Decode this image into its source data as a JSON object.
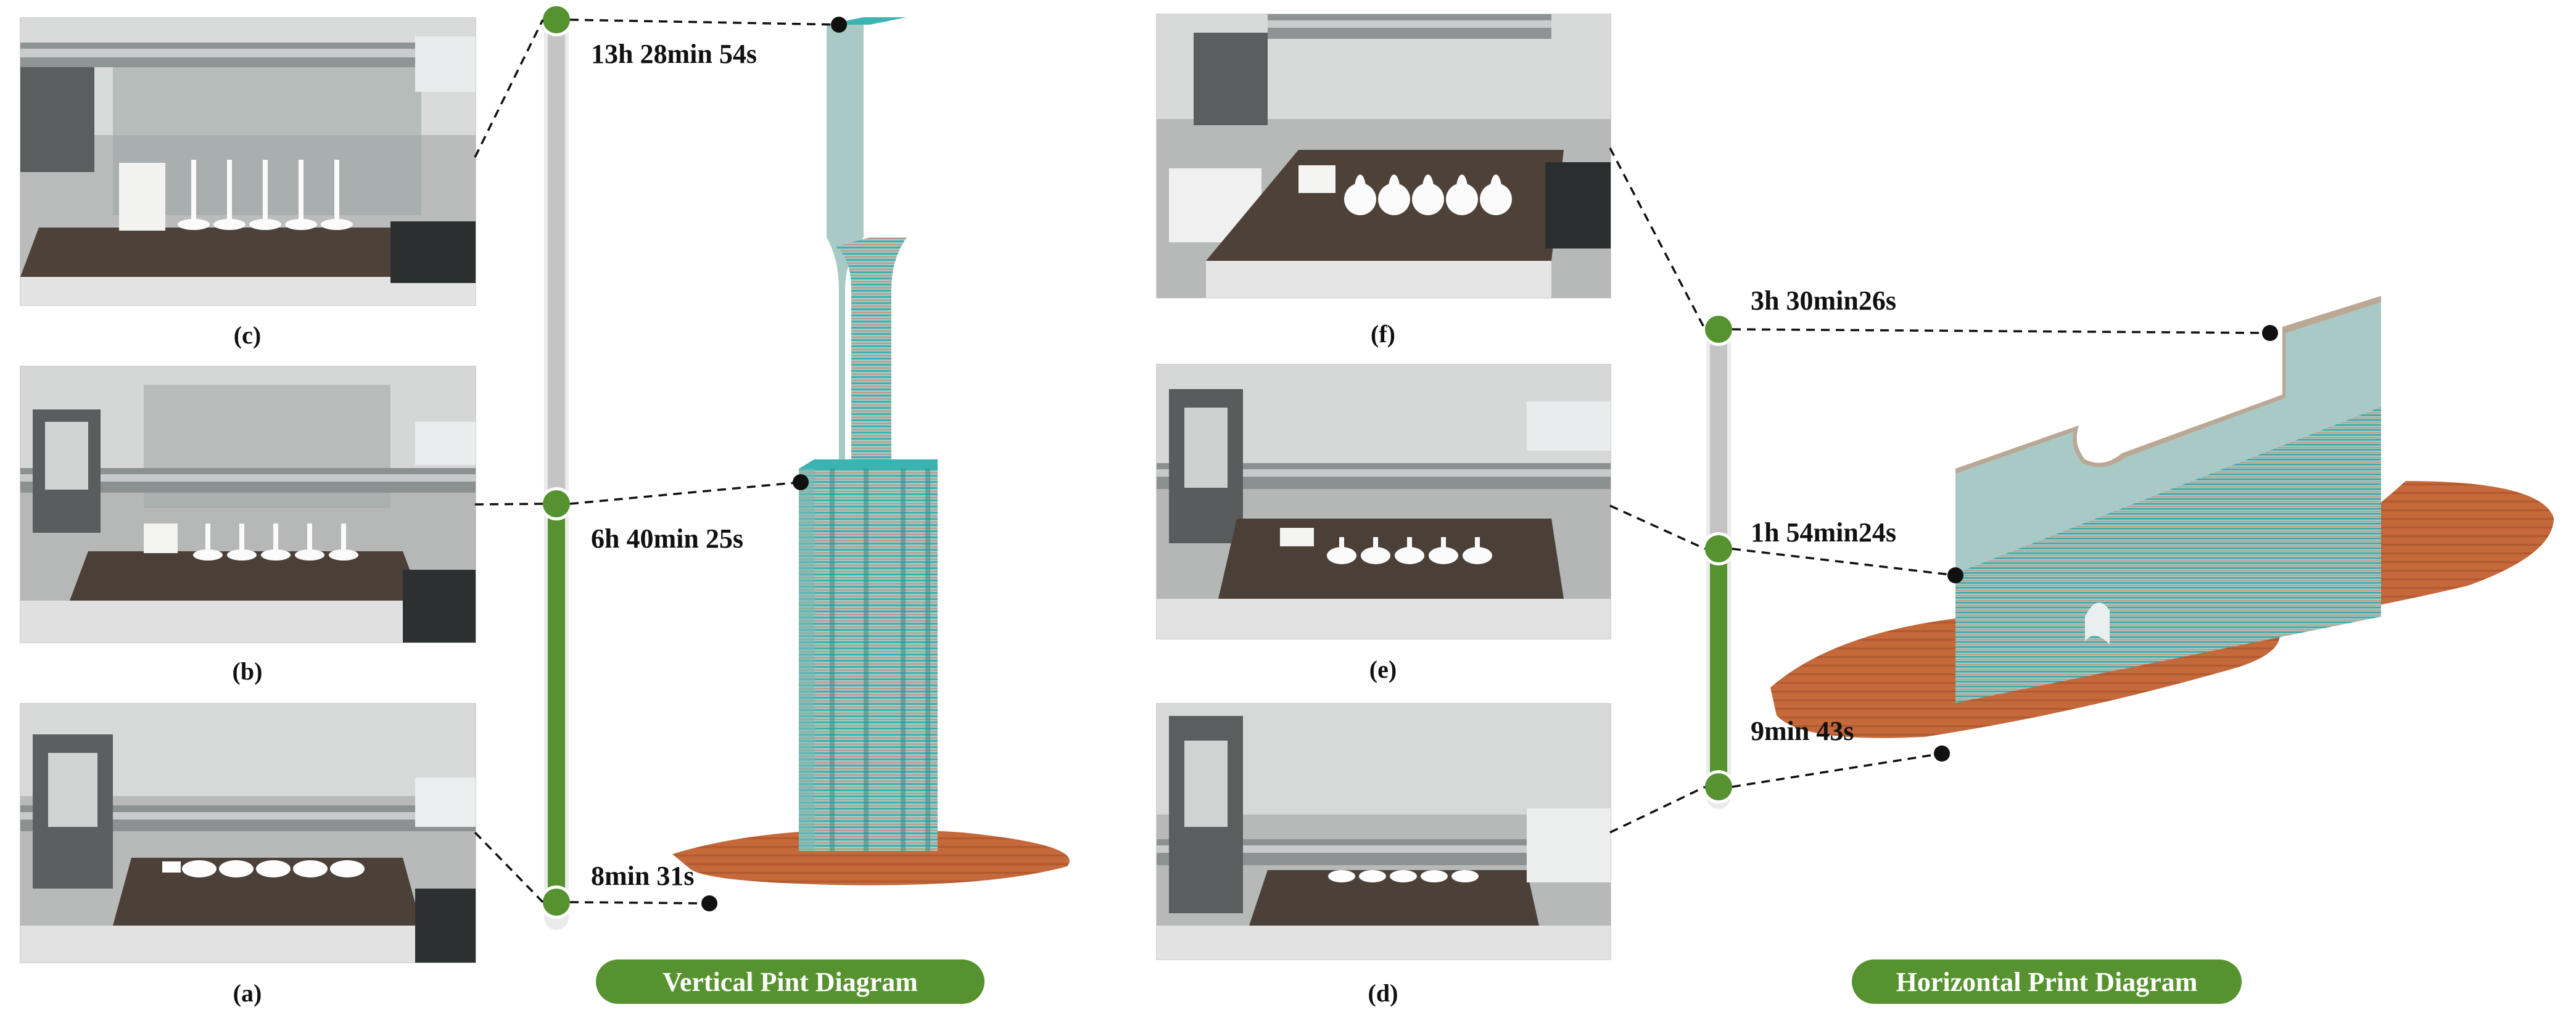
{
  "figure": {
    "captions": {
      "a": "(a)",
      "b": "(b)",
      "c": "(c)",
      "d": "(d)",
      "e": "(e)",
      "f": "(f)"
    },
    "vertical": {
      "label": "Vertical Pint Diagram",
      "times": {
        "top": "13h 28min 54s",
        "mid": "6h 40min 25s",
        "bottom": "8min 31s"
      },
      "progress_fraction": 0.5
    },
    "horizontal": {
      "label": "Horizontal Print Diagram",
      "times": {
        "top": "3h 30min26s",
        "mid": "1h 54min24s",
        "bottom": "9min 43s"
      },
      "progress_fraction": 0.5
    },
    "colors": {
      "progress_green": "#56922f",
      "track_grey": "#c4c4c4",
      "layer_teal": "#3bb3b0",
      "part_face": "#a9c9c7",
      "brim_orange": "#c5683a"
    }
  }
}
